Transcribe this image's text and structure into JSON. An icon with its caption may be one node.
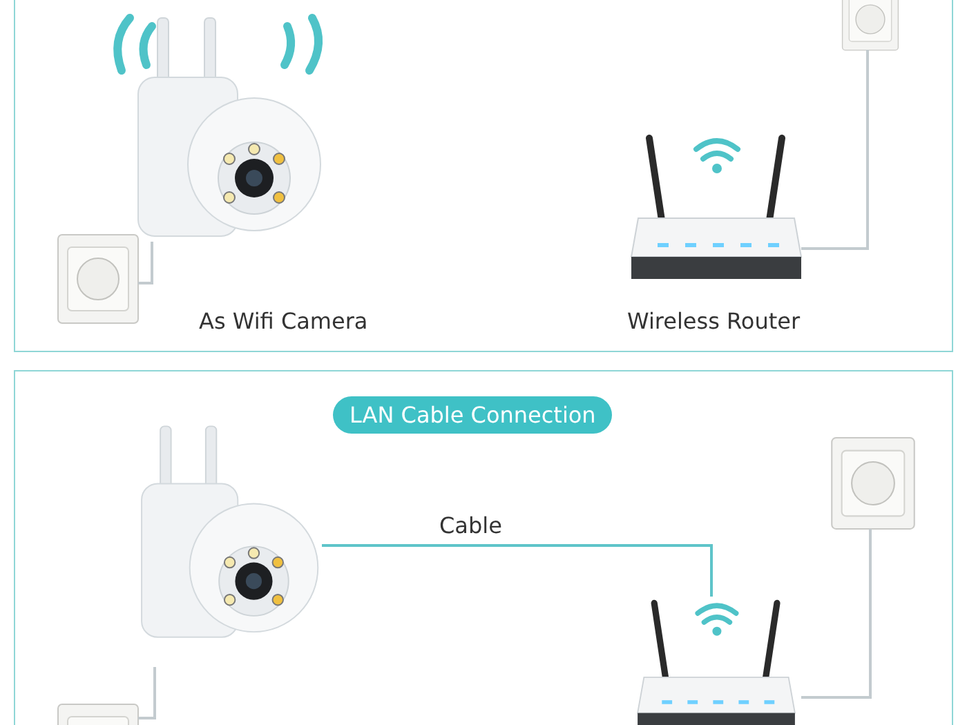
{
  "diagram": {
    "nodes": [
      {
        "text": [],
        "shape": "box"
      },
      {
        "text": [],
        "shape": "picture",
        "in": 0,
        "beside": [
          "As Wifi Camera"
        ]
      },
      {
        "text": [],
        "shape": "picture",
        "in": 0
      },
      {
        "text": [],
        "shape": "picture",
        "in": 0,
        "beside": [
          "Wireless Router"
        ]
      },
      {
        "text": [],
        "shape": "picture",
        "in": 0
      },
      {
        "text": [
          "LAN Cable Connection"
        ]
      },
      {
        "text": [],
        "shape": "picture",
        "in": 5
      },
      {
        "text": [],
        "shape": "picture",
        "in": 5
      },
      {
        "text": [],
        "shape": "picture",
        "in": 5
      },
      {
        "text": [],
        "shape": "picture",
        "in": 5
      }
    ],
    "edges": [
      {
        "from": 1,
        "to": 2,
        "arrow": "none"
      },
      {
        "from": 3,
        "to": 4,
        "arrow": "none"
      },
      {
        "from": 6,
        "to": 9,
        "arrow": "none"
      },
      {
        "from": 8,
        "to": 7,
        "arrow": "none"
      },
      {
        "from": 6,
        "to": 8,
        "arrow": "none",
        "label": "Cable",
        "color": "#5ec4c9"
      }
    ]
  }
}
